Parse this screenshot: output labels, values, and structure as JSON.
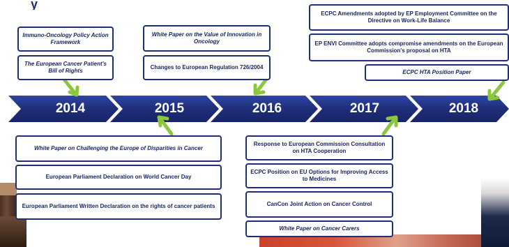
{
  "colors": {
    "chevron": "#1f2e78",
    "chevron_gradient_end": "#2d45a6",
    "box_border": "#1f2e78",
    "box_text": "#1b2660",
    "arrow": "#8cc63f"
  },
  "timeline": {
    "years": [
      "2014",
      "2015",
      "2016",
      "2017",
      "2018"
    ]
  },
  "boxes": {
    "y2014_top": [
      "Immuno-Oncology Policy Action Framework",
      "The European Cancer Patient's Bill of Rights"
    ],
    "y2015_bottom": [
      "White Paper on Challenging the Europe of Disparities in Cancer",
      "European Parliament Declaration on World Cancer Day",
      "European Parliament Written Declaration on the rights of cancer patients"
    ],
    "y2016_top": [
      "White Paper on the Value of Innovation in Oncology",
      "Changes to European Regulation 726/2004"
    ],
    "y2017_bottom": [
      "Response to European Commission Consultation on HTA Cooperation",
      "ECPC Position on EU Options for Improving Access to Medicines",
      "CanCon Joint Action on Cancer Control",
      "White Paper on Cancer Carers"
    ],
    "y2018_top": [
      "ECPC Amendments adopted by EP Employment Committee on the Directive on Work-Life Balance",
      "EP ENVI Committee adopts compromise amendments on the European Commission's proposal on HTA",
      "ECPC HTA Position Paper"
    ]
  }
}
